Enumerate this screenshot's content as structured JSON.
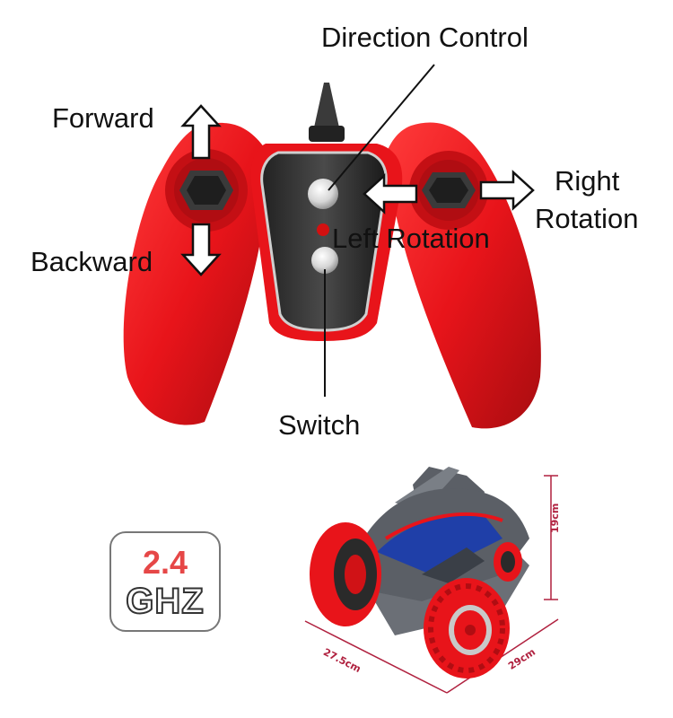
{
  "labels": {
    "direction_control": "Direction Control",
    "forward": "Forward",
    "backward": "Backward",
    "right_rotation_line1": "Right",
    "right_rotation_line2": "Rotation",
    "left_rotation": "Left Rotation",
    "switch": "Switch"
  },
  "badge": {
    "frequency": "2.4",
    "unit": "GHZ"
  },
  "dimensions": {
    "height": "19cm",
    "length": "27.5cm",
    "width": "29cm"
  },
  "colors": {
    "controller_red": "#e8141a",
    "accent_red": "#e64747",
    "dimension_line": "#b0213f",
    "car_blue": "#1f3fa8",
    "car_grey": "#5b5f66"
  }
}
